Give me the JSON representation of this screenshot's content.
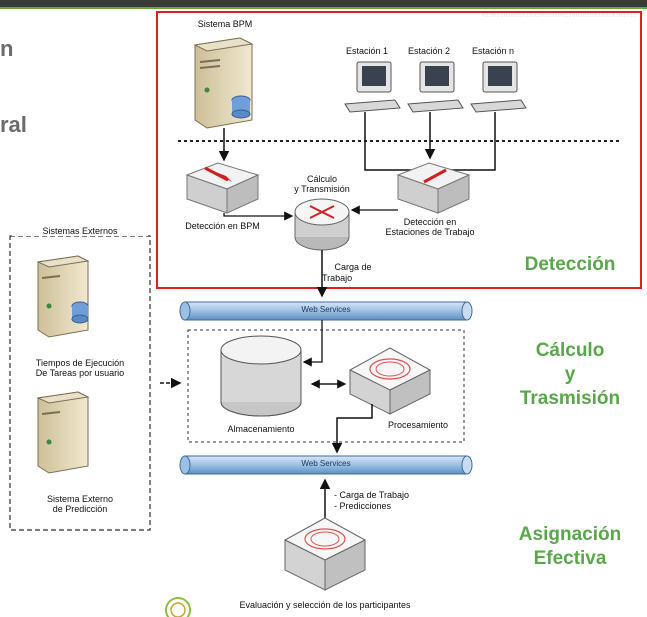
{
  "slide": {
    "title_fragment_1": "n",
    "title_fragment_2": "ral",
    "binary_pattern": "0100110100101101001010011001010010010101011",
    "side_labels": {
      "detection": "Detección",
      "calc_line1": "Cálculo",
      "calc_line2": "y",
      "calc_line3": "Trasmisión",
      "assign_line1": "Asignación",
      "assign_line2": "Efectiva"
    }
  },
  "diagram": {
    "bpm_system": "Sistema BPM",
    "stations": [
      "Estación 1",
      "Estación 2",
      "Estación n"
    ],
    "detection_bpm": "Detección en BPM",
    "detection_stations_line1": "Detección en",
    "detection_stations_line2": "Estaciones de Trabajo",
    "calc_line1": "Cálculo",
    "calc_line2": "y Transmisión",
    "workload_line1": "Carga de",
    "workload_line2": "Trabajo",
    "web_services": "Web Services",
    "web_services_2": "Web Services",
    "storage": "Almacenamiento",
    "processing": "Procesamiento",
    "external_systems": "Sistemas Externos",
    "exec_time_line1": "Tiempos de Ejecución",
    "exec_time_line2": "De Tareas por usuario",
    "prediction_line1": "Sistema Externo",
    "prediction_line2": "de Predicción",
    "bullet_workload": "- Carga de Trabajo",
    "bullet_predictions": "- Predicciones",
    "evaluation": "Evaluación y selección de los participantes"
  },
  "colors": {
    "detection_border": "#e0201f",
    "side_text": "#58a84a",
    "bus_fill": "#9cc0e2",
    "top_bar": "#3a3a3a",
    "accent_green": "#6aa536"
  }
}
